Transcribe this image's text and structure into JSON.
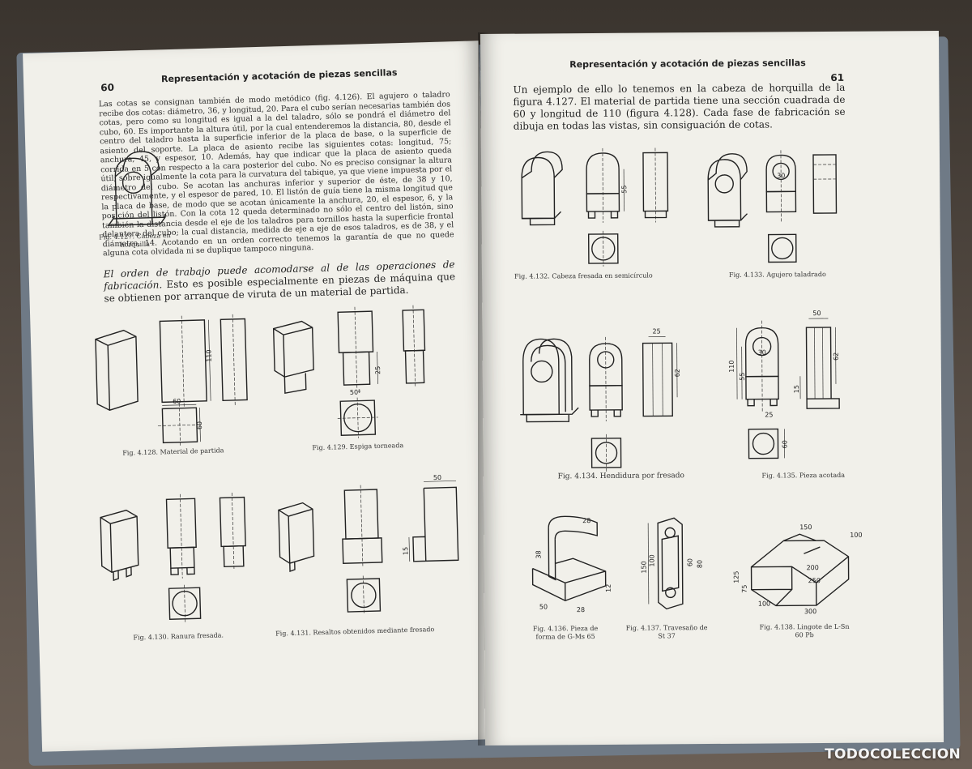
{
  "left_page": {
    "page_number": "60",
    "header": "Representación y acotación de piezas sencillas",
    "paragraph_1": "Las cotas se consignan también de modo metódico (fig. 4.126). El agujero o taladro recibe dos cotas: diámetro, 36, y longitud, 20. Para el cubo serían necesarias también dos cotas, pero como su longitud es igual a la del taladro, sólo se pondrá el diámetro del cubo, 60. Es importante la altura útil, por la cual entenderemos la distancia, 80, desde el centro del taladro hasta la superficie inferior de la placa de base, o la superficie de asiento del soporte. La placa de asiento recibe las siguientes cotas: longitud, 75; anchura, 45, y espesor, 10. Además, hay que indicar que la placa de asiento queda corrida en 5 con respecto a la cara posterior del cubo. No es preciso consignar la altura útil; sobre igualmente la cota para la curvatura del tabique, ya que viene impuesta por el diámetro del cubo. Se acotan las anchuras inferior y superior de éste, de 38 y 10, respectivamente, y el espesor de pared, 10. El listón de guía tiene la misma longitud que la placa de base, de modo que se acotan únicamente la anchura, 20, el espesor, 6, y la posición del listón. Con la cota 12 queda determinado no sólo el centro del listón, sino también la distancia desde el eje de los taladros para tornillos hasta la superficie frontal delantera del cubo; la cual distancia, medida de eje a eje de esos taladros, es de 38, y el diámetro, 14. Acotando en un orden correcto tenemos la garantía de que no quede alguna cota olvidada ni se duplique tampoco ninguna.",
    "fig_4_127_caption": "Fig. 4.127. Cabeza en horquilla",
    "paragraph_2_italic": "El orden de trabajo puede acomodarse al de las operaciones de fabricación.",
    "paragraph_2": "Esto es posible especialmente en piezas de máquina que se obtienen por arranque de viruta de un material de partida.",
    "fig_4_128_caption": "Fig. 4.128. Material de partida",
    "fig_4_129_caption": "Fig. 4.129. Espiga torneada",
    "fig_4_130_caption": "Fig. 4.130. Ranura fresada.",
    "fig_4_131_caption": "Fig. 4.131. Resaltos obtenidos mediante fresado",
    "dims": {
      "d110": "110",
      "d60a": "60",
      "d60b": "60",
      "d25": "25",
      "d50phi": "50ᶲ",
      "d50": "50",
      "d15": "15"
    }
  },
  "right_page": {
    "page_number": "61",
    "header": "Representación y acotación de piezas sencillas",
    "paragraph_1": "Un ejemplo de ello lo tenemos en la cabeza de horquilla de la figura 4.127. El material de partida tiene una sección cuadrada de 60 y longitud de 110 (figura 4.128). Cada fase de fabricación se dibuja en todas las vistas, sin consiguación de cotas.",
    "fig_4_132_caption": "Fig. 4.132. Cabeza fresada en semicírculo",
    "fig_4_133_caption": "Fig. 4.133. Agujero taladrado",
    "fig_4_134_caption": "Fig. 4.134. Hendidura por fresado",
    "fig_4_135_caption": "Fig. 4.135. Pieza acotada",
    "fig_4_136_caption": "Fig. 4.136. Pieza de forma de G-Ms 65",
    "fig_4_137_caption": "Fig. 4.137. Travesaño de St 37",
    "fig_4_138_caption": "Fig. 4.138. Lingote de L-Sn 60 Pb",
    "dims": {
      "d55": "55",
      "d30": "30",
      "d25": "25",
      "d62": "62",
      "d50": "50",
      "d110": "110",
      "d15": "15",
      "d60": "60",
      "d28": "28",
      "d12": "12",
      "d38": "38",
      "d150": "150",
      "d200": "200",
      "d250": "250",
      "d300": "300",
      "d125": "125",
      "d75": "75",
      "d100": "100"
    }
  },
  "watermark": "TODOCOLECCION"
}
